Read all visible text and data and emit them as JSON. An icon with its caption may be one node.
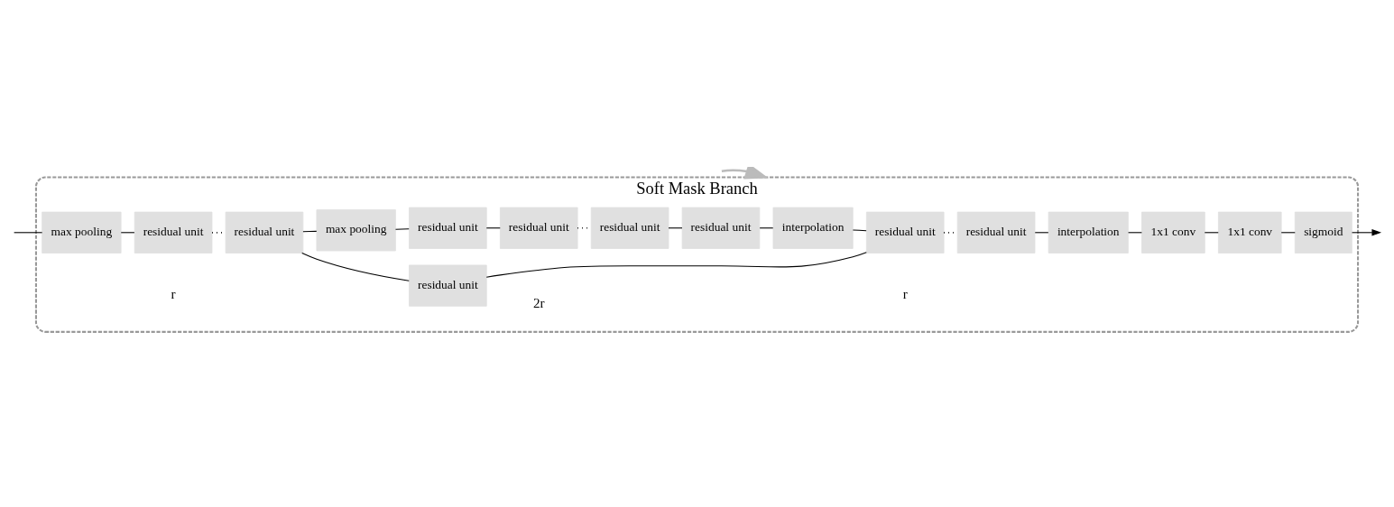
{
  "diagram": {
    "nodes": [
      {
        "text": [
          "Soft Mask Branch"
        ]
      },
      {
        "text": [
          "max pooling"
        ],
        "in": 0
      },
      {
        "text": [
          "residual unit"
        ],
        "in": 0
      },
      {
        "text": [
          "residual unit"
        ],
        "in": 0
      },
      {
        "text": [
          "max pooling"
        ],
        "in": 0
      },
      {
        "text": [
          "residual unit"
        ],
        "in": 0
      },
      {
        "text": [
          "residual unit"
        ],
        "in": 0
      },
      {
        "text": [
          "residual unit"
        ],
        "in": 0
      },
      {
        "text": [
          "residual unit"
        ],
        "in": 0
      },
      {
        "text": [
          "interpolation"
        ],
        "in": 0
      },
      {
        "text": [
          "residual unit"
        ],
        "in": 0
      },
      {
        "text": [
          "residual unit"
        ],
        "in": 0
      },
      {
        "text": [
          "interpolation"
        ],
        "in": 0
      },
      {
        "text": [
          "1x1 conv"
        ],
        "in": 0
      },
      {
        "text": [
          "1x1 conv"
        ],
        "in": 0
      },
      {
        "text": [
          "sigmoid"
        ],
        "in": 0
      },
      {
        "text": [
          "residual unit"
        ],
        "in": 0
      }
    ],
    "edges": [
      {
        "from": null,
        "to": 0,
        "arrow": "to",
        "color": "#bbbbbb"
      },
      {
        "from": null,
        "to": 1,
        "arrow": "none"
      },
      {
        "from": 1,
        "to": 2,
        "arrow": "none"
      },
      {
        "from": 2,
        "to": 3,
        "arrow": "none",
        "style": "dashed"
      },
      {
        "from": 3,
        "to": 4,
        "arrow": "none"
      },
      {
        "from": 4,
        "to": 5,
        "arrow": "none"
      },
      {
        "from": 5,
        "to": 6,
        "arrow": "none"
      },
      {
        "from": 6,
        "to": 7,
        "arrow": "none",
        "style": "dashed"
      },
      {
        "from": 7,
        "to": 8,
        "arrow": "none"
      },
      {
        "from": 8,
        "to": 9,
        "arrow": "none"
      },
      {
        "from": 9,
        "to": 10,
        "arrow": "none"
      },
      {
        "from": 10,
        "to": 11,
        "arrow": "none",
        "style": "dashed"
      },
      {
        "from": 11,
        "to": 12,
        "arrow": "none"
      },
      {
        "from": 12,
        "to": 13,
        "arrow": "none"
      },
      {
        "from": 13,
        "to": 14,
        "arrow": "none"
      },
      {
        "from": 14,
        "to": 15,
        "arrow": "none"
      },
      {
        "from": 15,
        "to": null,
        "arrow": "to"
      },
      {
        "from": 3,
        "to": 16,
        "arrow": "none"
      },
      {
        "from": 16,
        "to": 10,
        "arrow": "none"
      }
    ],
    "labels": [
      "r",
      "2r",
      "r"
    ]
  }
}
